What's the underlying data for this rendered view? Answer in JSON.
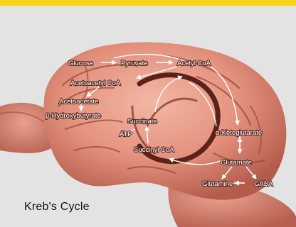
{
  "header": {
    "band_color": "#f7d418"
  },
  "diagram": {
    "labels": {
      "glucose": "Glucose",
      "pyruvate": "Pyruvate",
      "acetyl_coa": "Acetyl CoA",
      "acetoacetyl_coa": "Acetoacetyl CoA",
      "acetoacetate": "Acetoacetate",
      "hydroxybutyrate": "β-Hydroxybutyrate",
      "succinate": "Succinate",
      "atp": "ATP",
      "succinyl_coa": "Succinyl CoA",
      "ketoglutarate": "α-Ketoglutarate",
      "glutamate": "Glutamate",
      "glutamine": "Glutamine",
      "gaba": "GABA"
    },
    "caption": "Kreb's Cycle"
  }
}
